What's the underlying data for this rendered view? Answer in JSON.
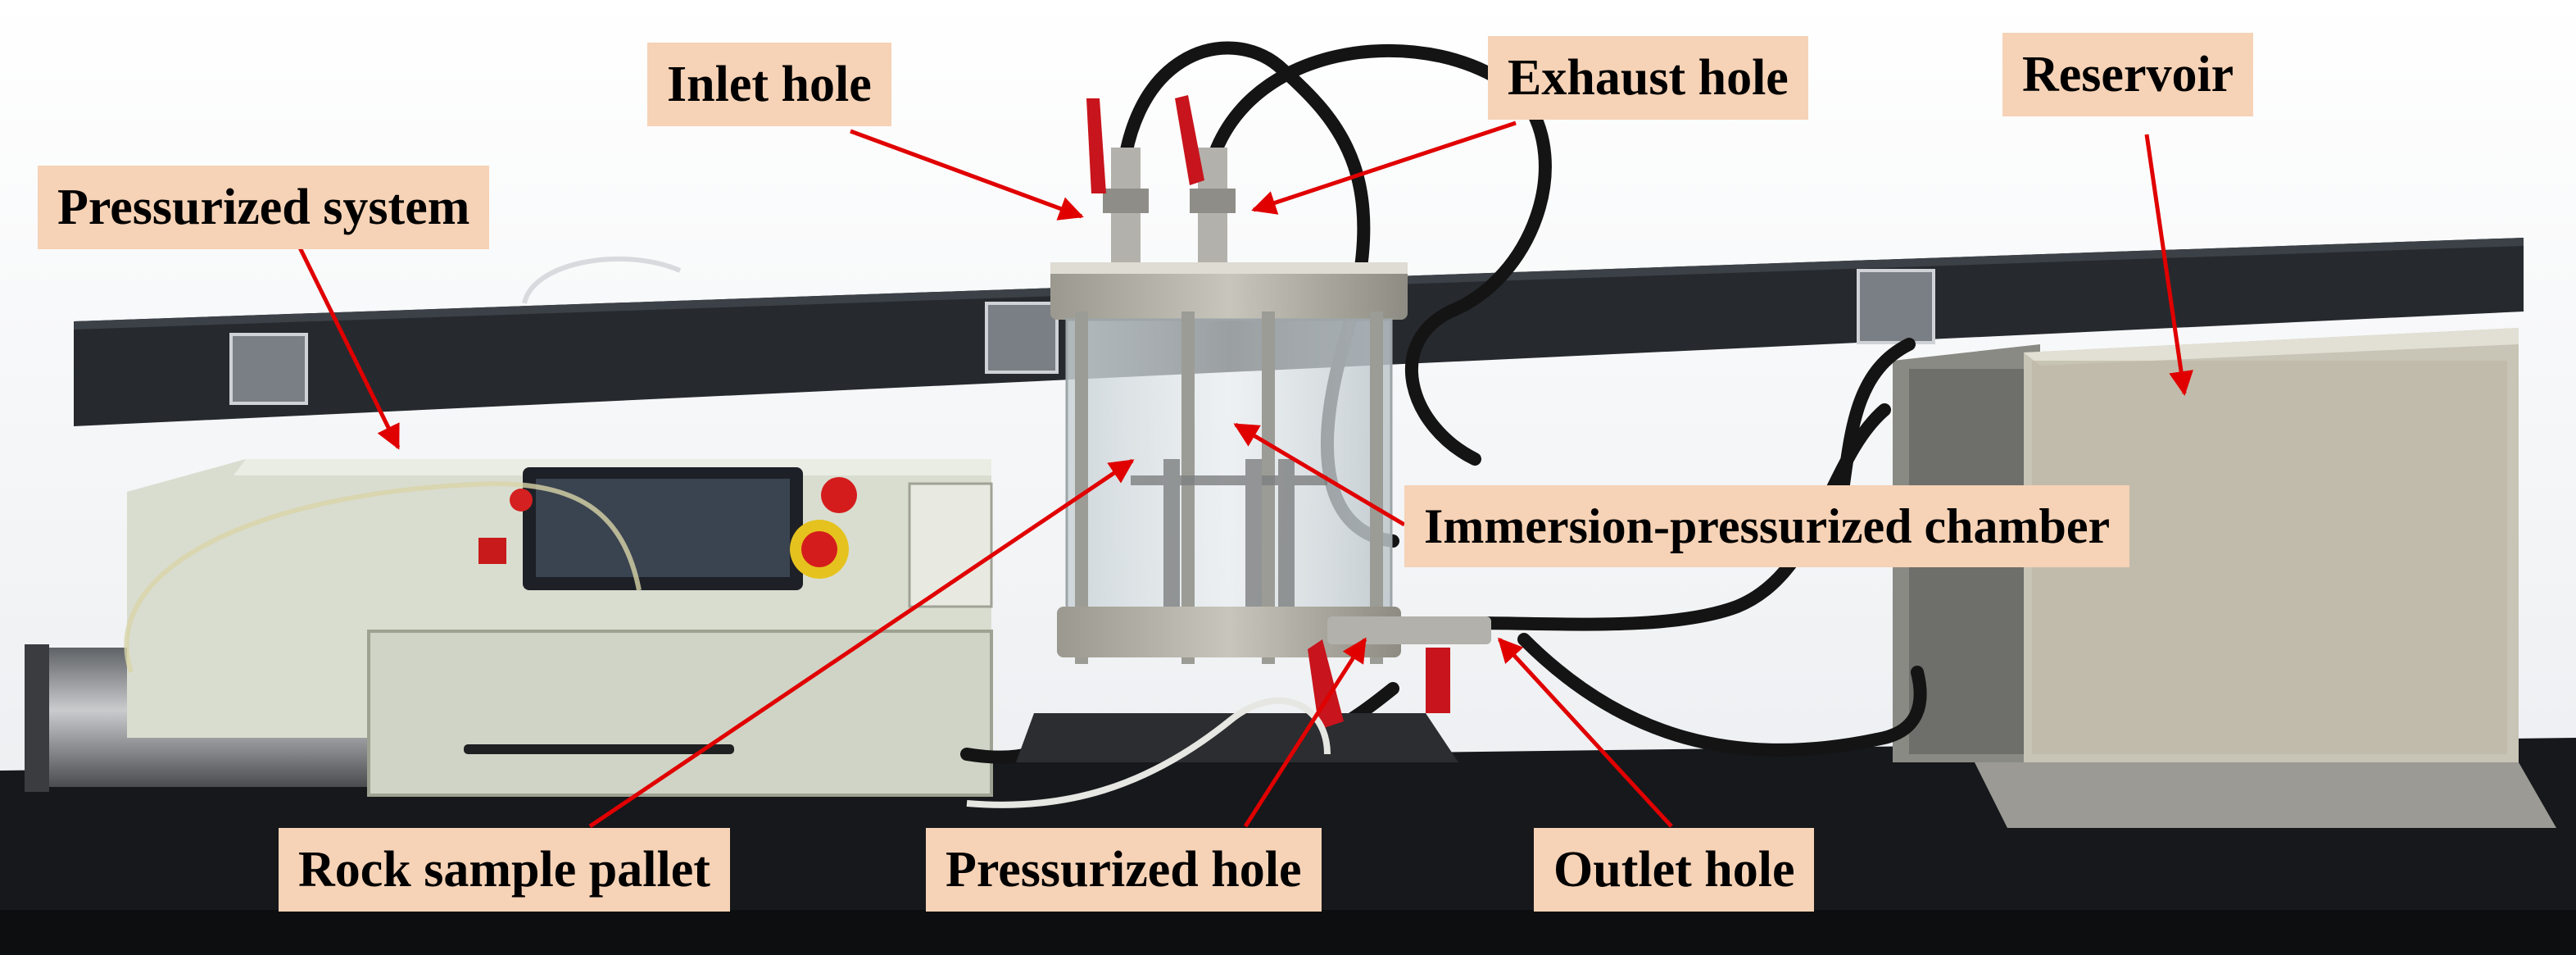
{
  "labels": {
    "inlet_hole": "Inlet hole",
    "exhaust_hole": "Exhaust hole",
    "reservoir": "Reservoir",
    "pressurized_system": "Pressurized system",
    "immersion_chamber": "Immersion-pressurized chamber",
    "rock_sample_pallet": "Rock sample pallet",
    "pressurized_hole": "Pressurized hole",
    "outlet_hole": "Outlet hole"
  },
  "colors": {
    "label_background": "#f6d2b6",
    "arrow": "#e00000",
    "wall": "#f2f4f7",
    "rail": "#262a2f",
    "bench": "#16181b",
    "machine_body": "#d9ddd0",
    "steel": "#b8b7ae",
    "hose": "#141414",
    "valve_handle": "#c8141c"
  }
}
